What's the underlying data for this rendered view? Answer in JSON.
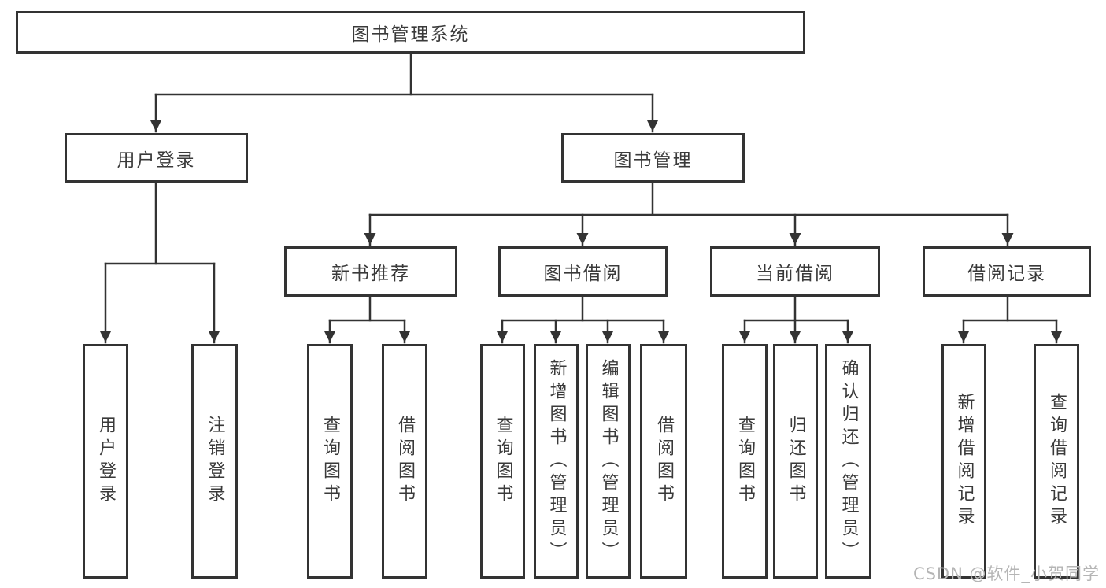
{
  "colors": {
    "line": "#333333",
    "box_border": "#333333",
    "text": "#3a3a3a",
    "watermark": "#b5b5b5",
    "background": "#ffffff"
  },
  "watermark": "CSDN @软件_小贺同学",
  "nodes": {
    "root": {
      "label": "图书管理系统"
    },
    "user_login": {
      "label": "用户登录"
    },
    "book_mgmt": {
      "label": "图书管理"
    },
    "new_book_rec": {
      "label": "新书推荐"
    },
    "book_borrow": {
      "label": "图书借阅"
    },
    "current_borrow": {
      "label": "当前借阅"
    },
    "borrow_records": {
      "label": "借阅记录"
    },
    "leaf_user_login": {
      "label": "用户登录"
    },
    "leaf_logout": {
      "label": "注销登录"
    },
    "leaf_query_books_1": {
      "label": "查询图书"
    },
    "leaf_borrow_books_1": {
      "label": "借阅图书"
    },
    "leaf_query_books_2": {
      "label": "查询图书"
    },
    "leaf_add_books": {
      "label": "新增图书（管理员）"
    },
    "leaf_edit_books": {
      "label": "编辑图书（管理员）"
    },
    "leaf_borrow_books_2": {
      "label": "借阅图书"
    },
    "leaf_query_books_3": {
      "label": "查询图书"
    },
    "leaf_return_books": {
      "label": "归还图书"
    },
    "leaf_confirm_return": {
      "label": "确认归还（管理员）"
    },
    "leaf_add_borrow_record": {
      "label": "新增借阅记录"
    },
    "leaf_query_borrow_record": {
      "label": "查询借阅记录"
    }
  },
  "hierarchy": {
    "图书管理系统": {
      "用户登录": [
        "用户登录",
        "注销登录"
      ],
      "图书管理": {
        "新书推荐": [
          "查询图书",
          "借阅图书"
        ],
        "图书借阅": [
          "查询图书",
          "新增图书（管理员）",
          "编辑图书（管理员）",
          "借阅图书"
        ],
        "当前借阅": [
          "查询图书",
          "归还图书",
          "确认归还（管理员）"
        ],
        "借阅记录": [
          "新增借阅记录",
          "查询借阅记录"
        ]
      }
    }
  }
}
